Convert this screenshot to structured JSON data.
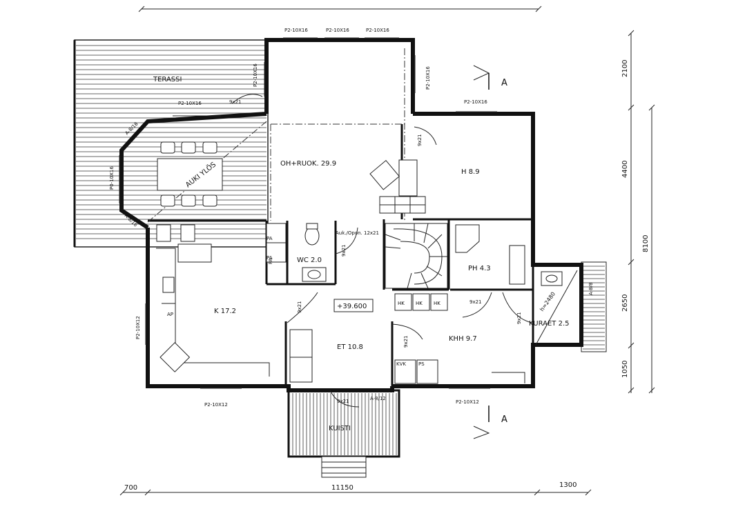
{
  "rooms": {
    "terrace": "TERASSI",
    "living_dining": "OH+RUOK. 29.9",
    "open_up": "AUKI YLÖS",
    "bedroom": "H 8.9",
    "toilet": "WC 2.0",
    "washroom": "PH 4.3",
    "kitchen": "K 17.2",
    "entrance": "ET 10.8",
    "utility": "KHH 9.7",
    "drying": "KURAET 2.5",
    "porch": "KUISTI"
  },
  "windows": {
    "top_1": "P2-10X16",
    "top_2": "P2-10X16",
    "top_3": "P2-10X16",
    "terrace_side": "P2-10X16",
    "terrace_bottom": "P2-10X16",
    "bedroom_right": "P2-10X16",
    "bedroom_top": "P2-10X16",
    "bay_left": "P0-10X16",
    "kitchen_left": "P2-10X12",
    "bottom_left": "P2-10X12",
    "bottom_right": "P2-10X12"
  },
  "doors": {
    "terrace": "9x21",
    "bedroom": "9x21",
    "wc": "9x21",
    "kitchen": "9x21",
    "washroom": "9x21",
    "entrance": "9x21",
    "drying": "9x21",
    "porch": "9x21",
    "stair_opening": "Auk./Opon. 12x21"
  },
  "marks": {
    "elevation": "+39.600",
    "section_top": "A",
    "section_bottom": "A",
    "ceiling_height": "h=2480",
    "bay_top": "A-8/16",
    "bay_bottom": "A-8/16",
    "drying_window": "A-8/8",
    "porch_window": "A-8/12",
    "hk_1": "HK",
    "hk_2": "HK",
    "hk_3": "HK",
    "kvk": "KVK",
    "ps": "PS",
    "pa_1": "PA",
    "pa_2": "PA",
    "pa_3": "PA",
    "ap": "AP"
  },
  "dimensions": {
    "bottom_left": "700",
    "bottom_main": "11150",
    "bottom_right": "1300",
    "right_1": "2100",
    "right_2": "4400",
    "right_3": "2650",
    "right_4": "1050",
    "right_total": "8100"
  },
  "colors": {
    "ink": "#111111",
    "paper": "#ffffff"
  }
}
